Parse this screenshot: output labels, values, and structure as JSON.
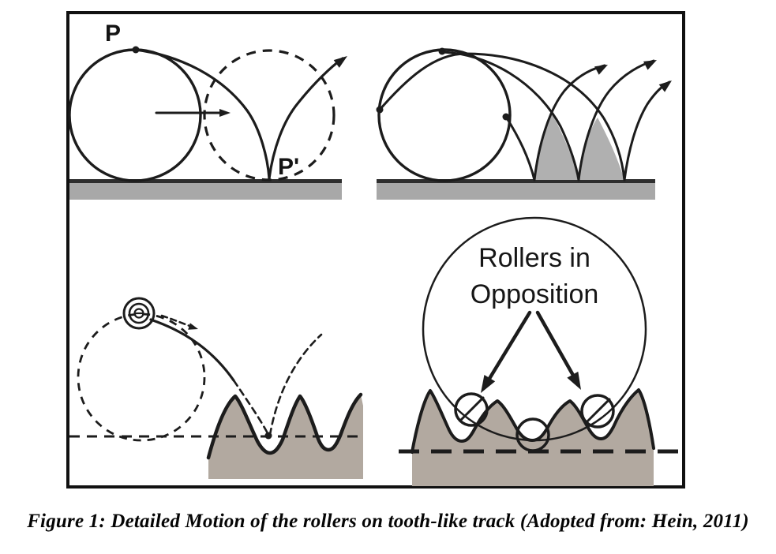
{
  "figure": {
    "caption": "Figure 1: Detailed Motion of the rollers on tooth-like track (Adopted from: Hein, 2011)",
    "labels": {
      "point_p": "P",
      "point_p_prime": "P'",
      "rollers_line1": "Rollers in",
      "rollers_line2": "Opposition"
    },
    "colors": {
      "background": "#ffffff",
      "frame": "#111111",
      "ink": "#1c1c1c",
      "ground_gray": "#a8a8a8",
      "ground_edge": "#2e2e2e",
      "petal_gray": "#b0b0b0",
      "track_taupe": "#b2a9a0"
    }
  }
}
